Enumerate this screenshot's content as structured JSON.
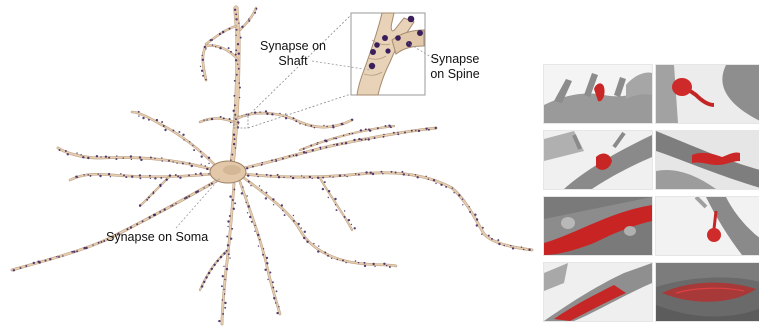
{
  "labels": {
    "synapse_on_shaft": [
      "Synapse on",
      "Shaft"
    ],
    "synapse_on_spine": [
      "Synapse",
      "on Spine"
    ],
    "synapse_on_soma": "Synapse on Soma"
  },
  "colors": {
    "neuron_body": "#e6cdb0",
    "neuron_outline": "#b59a7c",
    "synapse_dot": "#3a1f5c",
    "highlight_red": "#d42a2a",
    "render_gray": "#8a8a8a"
  },
  "icons": {
    "zoom_inset": "dendrite-closeup",
    "gallery": "synapse-renders"
  }
}
